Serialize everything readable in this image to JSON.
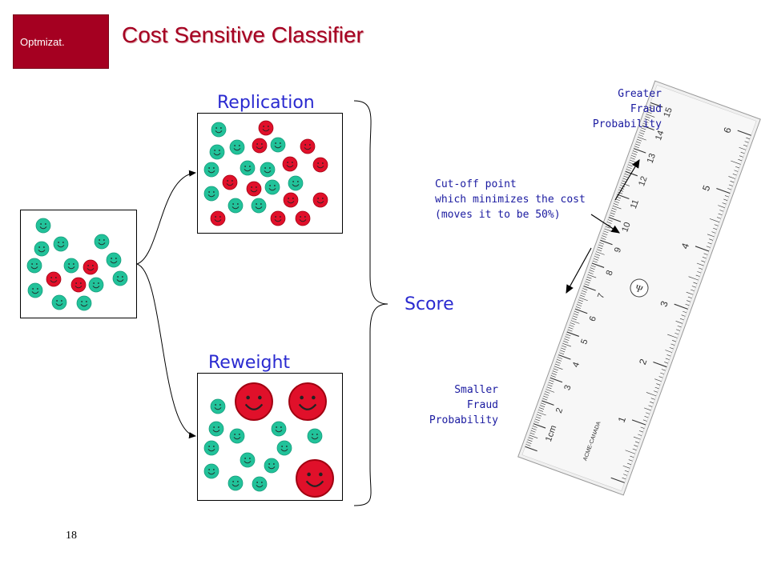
{
  "section": {
    "label": "Optmizat."
  },
  "slide": {
    "title": "Cost Sensitive Classifier",
    "page_number": "18"
  },
  "diagram": {
    "replication_label": "Replication",
    "reweight_label": "Reweight",
    "score_label": "Score"
  },
  "annotations": {
    "cutoff": "Cut-off point\nwhich minimizes the cost\n(moves it to be 50%)",
    "greater": "Greater\nFraud\nProbability",
    "smaller": "Smaller\nFraud\nProbability"
  },
  "ruler": {
    "brand": "ACME-CANADA",
    "cm_labels": [
      "1cm",
      "2",
      "3",
      "4",
      "5",
      "6",
      "7",
      "8",
      "9",
      "10",
      "11",
      "12",
      "13",
      "14",
      "15"
    ],
    "inch_labels": [
      "1",
      "2",
      "3",
      "4",
      "5",
      "6"
    ]
  },
  "colors": {
    "accent": "#a50021",
    "good": "#22c29a",
    "fraud": "#e0102a",
    "label": "#2a2ad0"
  }
}
